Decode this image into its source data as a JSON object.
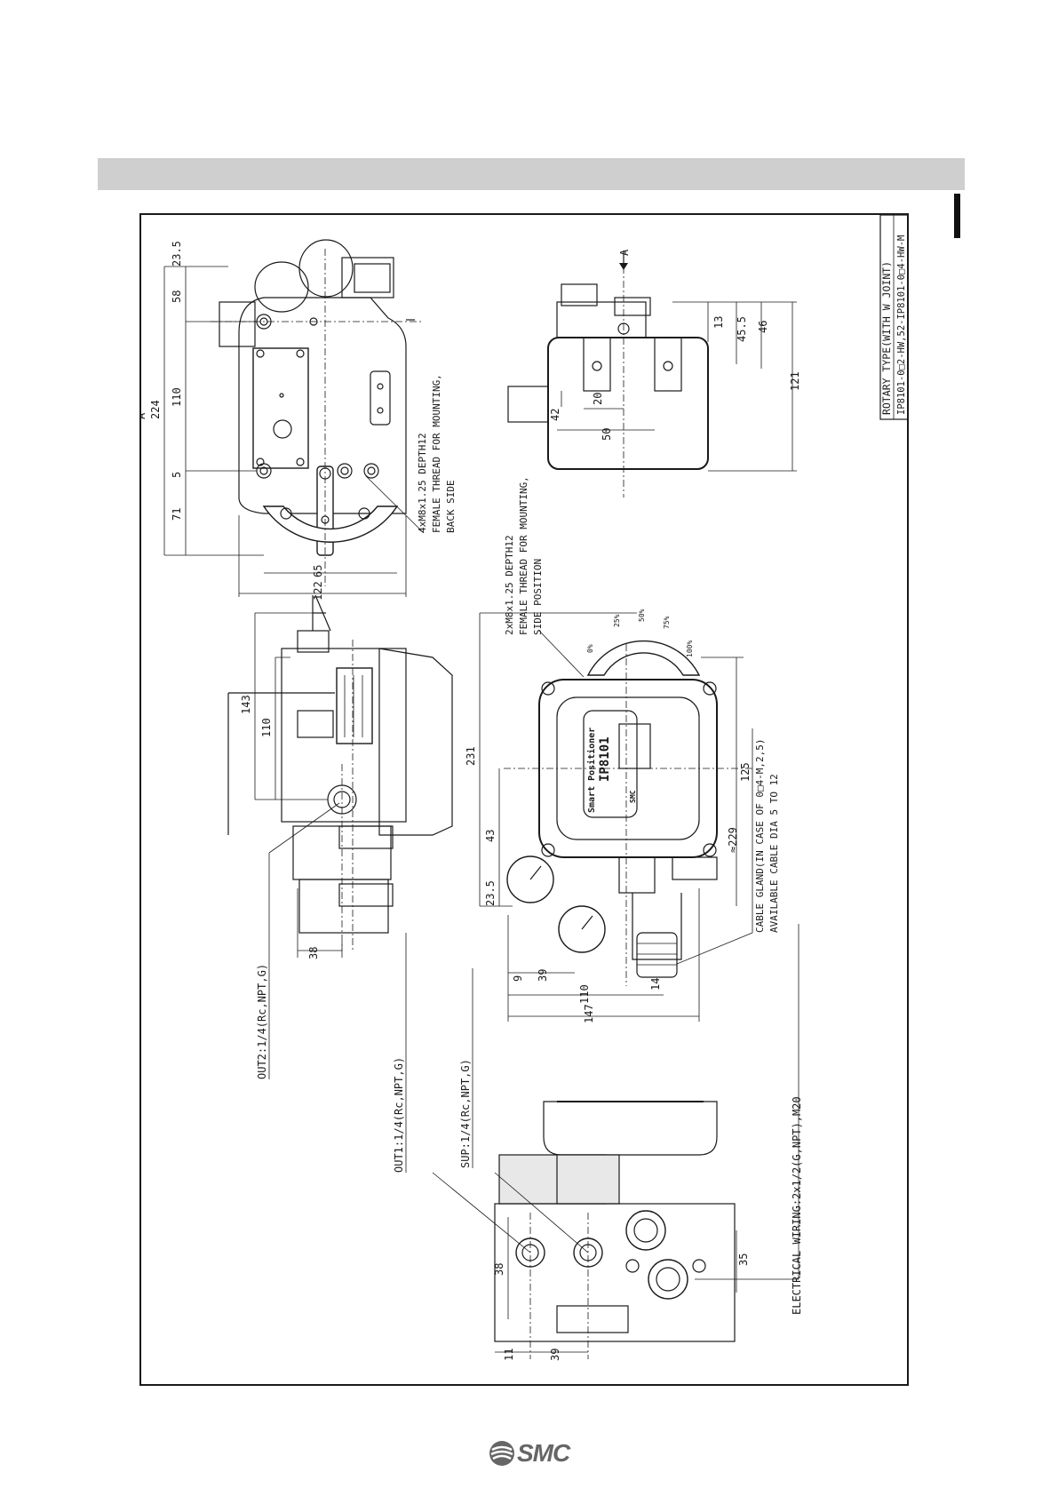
{
  "drawing": {
    "title_line1": "ROTARY TYPE(WITH W JOINT)",
    "title_line2": "IP8101-0□2-HW,52-IP8101-0□4-HW-M",
    "view_label_a": "A",
    "arrow_label_a": "A",
    "device_brand": "Smart Positioner",
    "device_model": "IP8101",
    "device_maker": "SMC",
    "scale_labels": [
      "0%",
      "25%",
      "50%",
      "75%",
      "100%"
    ],
    "mount_back": [
      "4xM8x1.25 DEPTH12",
      "FEMALE THREAD FOR MOUNTING,",
      "BACK SIDE"
    ],
    "mount_side": [
      "2xM8x1.25 DEPTH12",
      "FEMALE THREAD FOR MOUNTING,",
      "SIDE POSITION"
    ],
    "cable_gland": [
      "CABLE GLAND(IN CASE OF 0□4-M,2,5)",
      "AVAILABLE CABLE DIA 5 TO 12"
    ],
    "out2": "OUT2:1/4(Rc,NPT,G)",
    "out1": "OUT1:1/4(Rc,NPT,G)",
    "sup": "SUP:1/4(Rc,NPT,G)",
    "electrical": "ELECTRICAL WIRING:2x1/2(G,NPT),M20",
    "dims": {
      "d224": "224",
      "d110a": "110",
      "d71": "71",
      "d5": "5",
      "d58": "58",
      "d23_5a": "23.5",
      "d65": "65",
      "d122": "122",
      "d143": "143",
      "d110b": "110",
      "d38a": "38",
      "d231": "231",
      "d43": "43",
      "d23_5b": "23.5",
      "d125": "125",
      "d229": "≈229",
      "d9": "9",
      "d39a": "39",
      "d14": "14",
      "d110c": "110",
      "d147": "147",
      "d42": "42",
      "d20": "20",
      "d50": "50",
      "d13": "13",
      "d45_5": "45.5",
      "d46": "46",
      "d121": "121",
      "d38b": "38",
      "d11": "11",
      "d39b": "39",
      "d35": "35"
    }
  },
  "footer": {
    "logo_text": "SMC"
  }
}
